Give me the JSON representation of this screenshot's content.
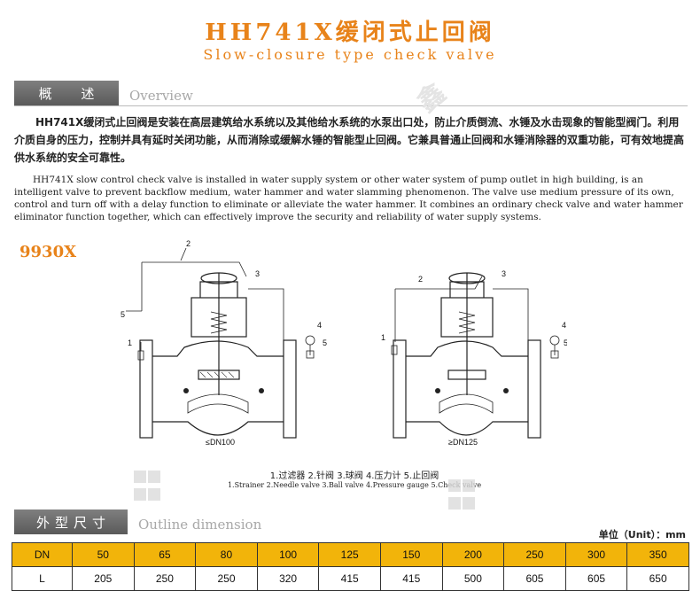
{
  "header": {
    "title_cn": "HH741X缓闭式止回阀",
    "title_en": "Slow-closure type check valve"
  },
  "overview": {
    "label_cn": "概 述",
    "label_en": "Overview",
    "text_cn": "HH741X缓闭式止回阀是安装在高层建筑给水系统以及其他给水系统的水泵出口处，防止介质倒流、水锤及水击现象的智能型阀门。利用介质自身的压力，控制并具有延时关闭功能，从而消除或缓解水锤的智能型止回阀。它兼具普通止回阀和水锤消除器的双重功能，可有效地提高供水系统的安全可靠性。",
    "text_en": "HH741X slow control check valve is installed in water supply system or other water system of pump outlet in high building, is an intelligent valve to prevent backflow medium, water hammer and water slamming phenomenon. The valve use medium pressure of its own, control and turn off with a delay function to eliminate or alleviate the water hammer. It combines an ordinary check valve and water hammer eliminator function together, which can effectively improve the security and reliability of water supply systems."
  },
  "model": "9930X",
  "diagrams": {
    "left_caption": "≤DN100",
    "right_caption": "≥DN125",
    "callouts": [
      "1",
      "2",
      "3",
      "4",
      "5"
    ]
  },
  "legend": {
    "cn": "1.过滤器 2.针阀 3.球阀 4.压力计 5.止回阀",
    "en": "1.Strainer 2.Needle valve 3.Ball valve 4.Pressure gauge 5.Check valve"
  },
  "outline": {
    "label_cn": "外型尺寸",
    "label_en": "Outline dimension",
    "unit": "单位（Unit）：mm",
    "rows": [
      {
        "name": "DN",
        "values": [
          "50",
          "65",
          "80",
          "100",
          "125",
          "150",
          "200",
          "250",
          "300",
          "350"
        ]
      },
      {
        "name": "L",
        "values": [
          "205",
          "250",
          "250",
          "320",
          "415",
          "415",
          "500",
          "605",
          "605",
          "650"
        ]
      }
    ]
  },
  "colors": {
    "accent": "#e8831a",
    "table_header": "#f2b40a",
    "section_box": "#6b6b6b"
  }
}
